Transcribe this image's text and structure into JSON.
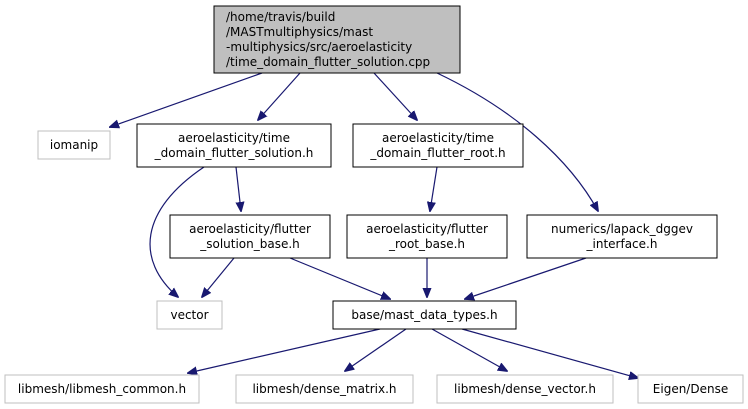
{
  "graph": {
    "nodes": [
      {
        "id": "root",
        "lines": [
          "/home/travis/build",
          "/MASTmultiphysics/mast",
          "-multiphysics/src/aeroelasticity",
          "/time_domain_flutter_solution.cpp"
        ],
        "style": "root"
      },
      {
        "id": "iomanip",
        "lines": [
          "iomanip"
        ],
        "style": "external"
      },
      {
        "id": "tdfs_h",
        "lines": [
          "aeroelasticity/time",
          "_domain_flutter_solution.h"
        ],
        "style": "internal"
      },
      {
        "id": "tdfr_h",
        "lines": [
          "aeroelasticity/time",
          "_domain_flutter_root.h"
        ],
        "style": "internal"
      },
      {
        "id": "lapack",
        "lines": [
          "numerics/lapack_dggev",
          "_interface.h"
        ],
        "style": "internal"
      },
      {
        "id": "fsb_h",
        "lines": [
          "aeroelasticity/flutter",
          "_solution_base.h"
        ],
        "style": "internal"
      },
      {
        "id": "frb_h",
        "lines": [
          "aeroelasticity/flutter",
          "_root_base.h"
        ],
        "style": "internal"
      },
      {
        "id": "vector",
        "lines": [
          "vector"
        ],
        "style": "external"
      },
      {
        "id": "mdt_h",
        "lines": [
          "base/mast_data_types.h"
        ],
        "style": "internal"
      },
      {
        "id": "lm_common",
        "lines": [
          "libmesh/libmesh_common.h"
        ],
        "style": "external"
      },
      {
        "id": "lm_dmat",
        "lines": [
          "libmesh/dense_matrix.h"
        ],
        "style": "external"
      },
      {
        "id": "lm_dvec",
        "lines": [
          "libmesh/dense_vector.h"
        ],
        "style": "external"
      },
      {
        "id": "eigen",
        "lines": [
          "Eigen/Dense"
        ],
        "style": "external"
      }
    ],
    "edges": [
      {
        "from": "root",
        "to": "iomanip"
      },
      {
        "from": "root",
        "to": "tdfs_h"
      },
      {
        "from": "root",
        "to": "tdfr_h"
      },
      {
        "from": "root",
        "to": "lapack"
      },
      {
        "from": "tdfs_h",
        "to": "fsb_h"
      },
      {
        "from": "tdfs_h",
        "to": "vector"
      },
      {
        "from": "tdfr_h",
        "to": "frb_h"
      },
      {
        "from": "fsb_h",
        "to": "vector"
      },
      {
        "from": "fsb_h",
        "to": "mdt_h"
      },
      {
        "from": "frb_h",
        "to": "mdt_h"
      },
      {
        "from": "lapack",
        "to": "mdt_h"
      },
      {
        "from": "mdt_h",
        "to": "lm_common"
      },
      {
        "from": "mdt_h",
        "to": "lm_dmat"
      },
      {
        "from": "mdt_h",
        "to": "lm_dvec"
      },
      {
        "from": "mdt_h",
        "to": "eigen"
      }
    ],
    "colors": {
      "edge": "#191970",
      "root_fill": "#bfbfbf",
      "root_border": "#000000",
      "internal_border": "#000000",
      "external_border": "#bfbfbf",
      "background": "#ffffff"
    }
  }
}
